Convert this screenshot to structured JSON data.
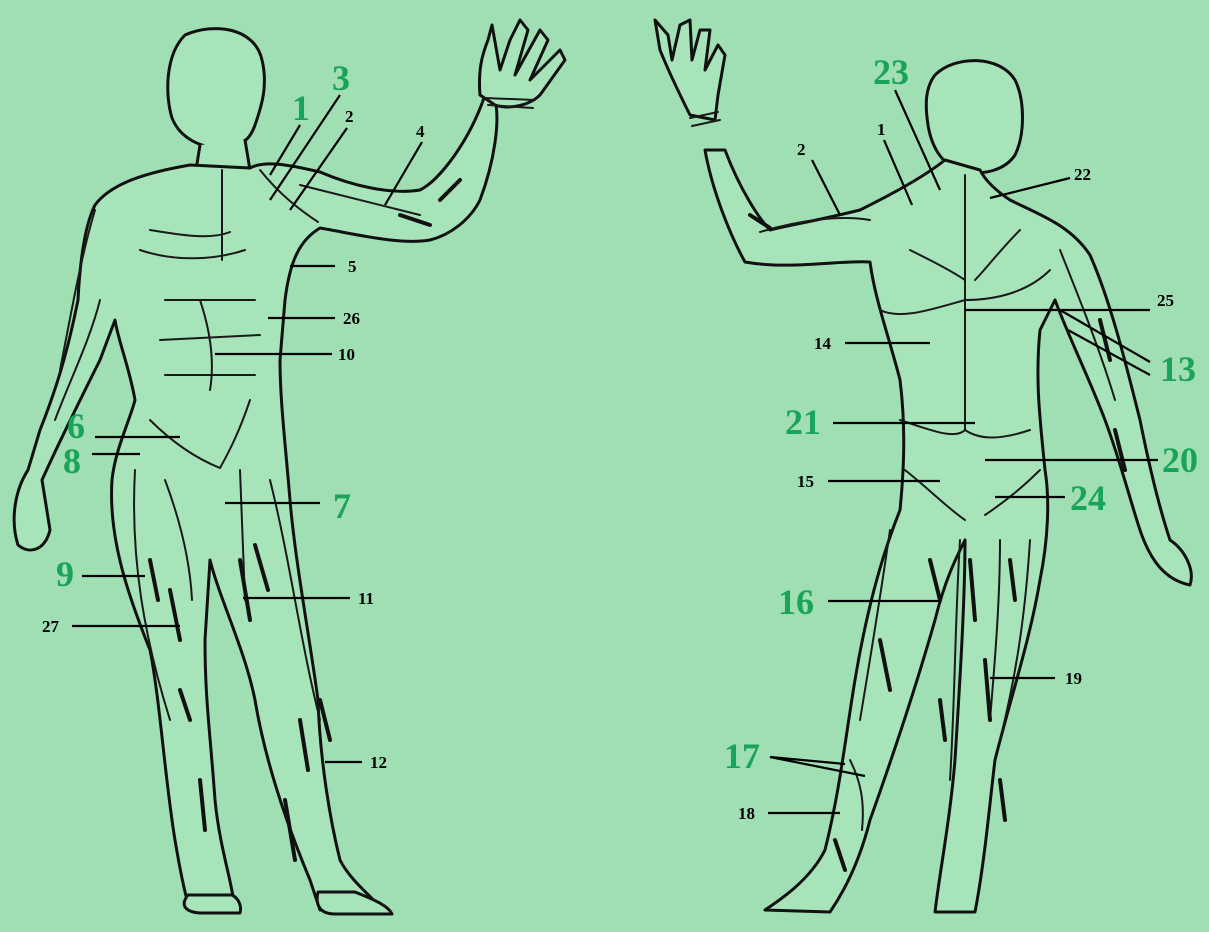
{
  "colors": {
    "background": "#9fdfb3",
    "green_label": "#1aa35a",
    "black_label": "#000000"
  },
  "labels": {
    "front": [
      {
        "text": "1",
        "style": "large"
      },
      {
        "text": "3",
        "style": "large"
      },
      {
        "text": "2",
        "style": "small"
      },
      {
        "text": "4",
        "style": "small"
      },
      {
        "text": "5",
        "style": "small"
      },
      {
        "text": "26",
        "style": "small"
      },
      {
        "text": "10",
        "style": "small"
      },
      {
        "text": "6",
        "style": "large"
      },
      {
        "text": "8",
        "style": "large"
      },
      {
        "text": "7",
        "style": "large"
      },
      {
        "text": "9",
        "style": "large"
      },
      {
        "text": "11",
        "style": "small"
      },
      {
        "text": "27",
        "style": "small"
      },
      {
        "text": "12",
        "style": "small"
      }
    ],
    "back": [
      {
        "text": "23",
        "style": "large"
      },
      {
        "text": "2",
        "style": "small"
      },
      {
        "text": "1",
        "style": "small"
      },
      {
        "text": "22",
        "style": "small"
      },
      {
        "text": "25",
        "style": "small"
      },
      {
        "text": "14",
        "style": "small"
      },
      {
        "text": "13",
        "style": "large"
      },
      {
        "text": "21",
        "style": "large"
      },
      {
        "text": "20",
        "style": "large"
      },
      {
        "text": "15",
        "style": "small"
      },
      {
        "text": "24",
        "style": "large"
      },
      {
        "text": "16",
        "style": "large"
      },
      {
        "text": "19",
        "style": "small"
      },
      {
        "text": "17",
        "style": "large"
      },
      {
        "text": "18",
        "style": "small"
      }
    ]
  }
}
